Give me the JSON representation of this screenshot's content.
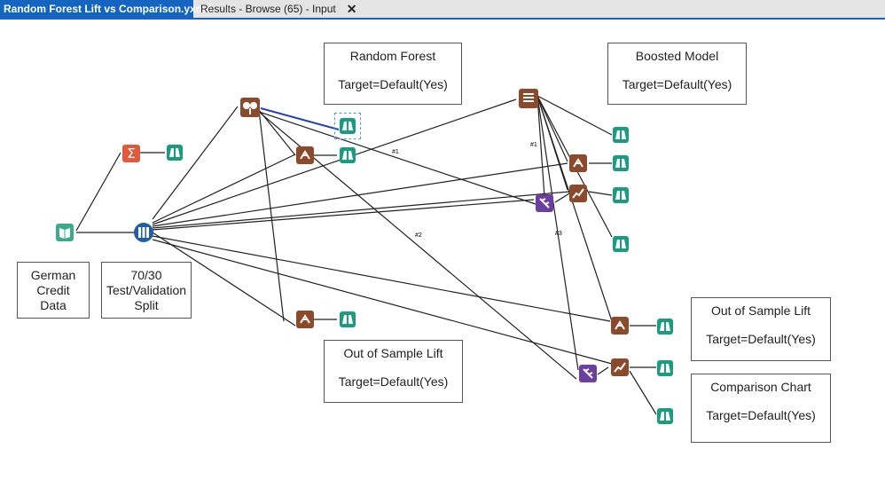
{
  "tabs": [
    {
      "label": "Random Forest Lift vs Comparison.yxmd",
      "close": "✕"
    },
    {
      "label": "Results - Browse (65) - Input",
      "close": "✕"
    }
  ],
  "comments": [
    {
      "title": "Random Forest",
      "subtitle": "Target=Default(Yes)"
    },
    {
      "title": "Boosted Model",
      "subtitle": "Target=Default(Yes)"
    },
    {
      "title": "Out of Sample Lift",
      "subtitle": "Target=Default(Yes)"
    },
    {
      "title": "Out of Sample Lift",
      "subtitle": "Target=Default(Yes)"
    },
    {
      "title": "Comparison Chart",
      "subtitle": "Target=Default(Yes)"
    }
  ],
  "labels": {
    "input": "German Credit Data",
    "split": "70/30 Test/Validation Split"
  },
  "connection_tags": [
    "#1",
    "#1",
    "#2",
    "#3"
  ],
  "tool_icons": [
    "book-icon",
    "sigma-icon",
    "binoculars-icon",
    "split-icon",
    "random-forest-icon",
    "score-icon",
    "boosted-model-icon",
    "union-icon",
    "chart-icon"
  ],
  "colors": {
    "active_tab": "#1565c0",
    "browse_tool": "#1a9c80",
    "input_tool": "#3aaa8c",
    "summarize_tool": "#e15a3c",
    "split_tool": "#1f5fa8",
    "model_tool": "#8b4a2b",
    "union_tool": "#6b3fa0",
    "selected_connection": "#1f3fbf"
  }
}
